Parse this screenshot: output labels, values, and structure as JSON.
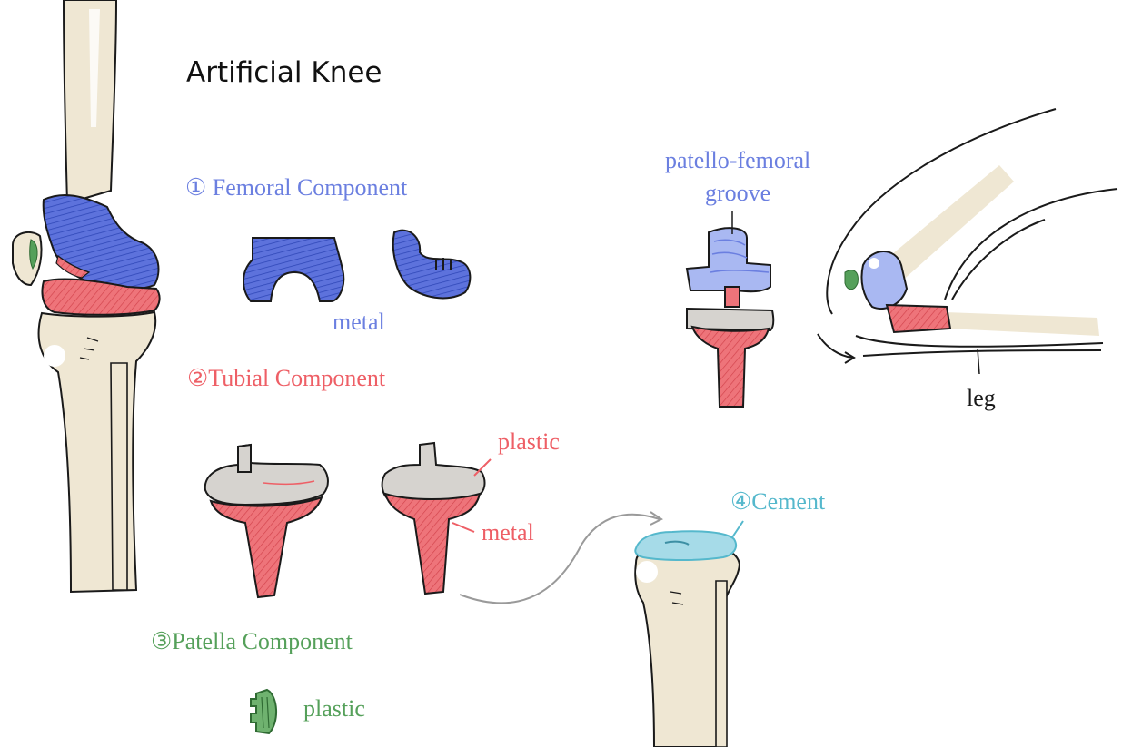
{
  "title": "Artificial Knee",
  "colors": {
    "femoral": "#6b7fe0",
    "femoral_fill": "#5d72dc",
    "femoral_light": "#a9b8f2",
    "tibial": "#ee5f66",
    "tibial_fill": "#ee747a",
    "plastic_gray": "#d6d3cf",
    "patella": "#55a05a",
    "cement": "#55b8cc",
    "cement_fill": "#a6dbe8",
    "bone": "#efe7d3",
    "ink": "#1a1a1a"
  },
  "labels": {
    "femoral_component": "① Femoral Component",
    "femoral_material": "metal",
    "tibial_component": "②Tubial Component",
    "tibial_plastic": "plastic",
    "tibial_metal": "metal",
    "patella_component": "③Patella Component",
    "patella_material": "plastic",
    "cement": "④Cement",
    "groove_line1": "patello-femoral",
    "groove_line2": "groove",
    "leg": "leg"
  }
}
